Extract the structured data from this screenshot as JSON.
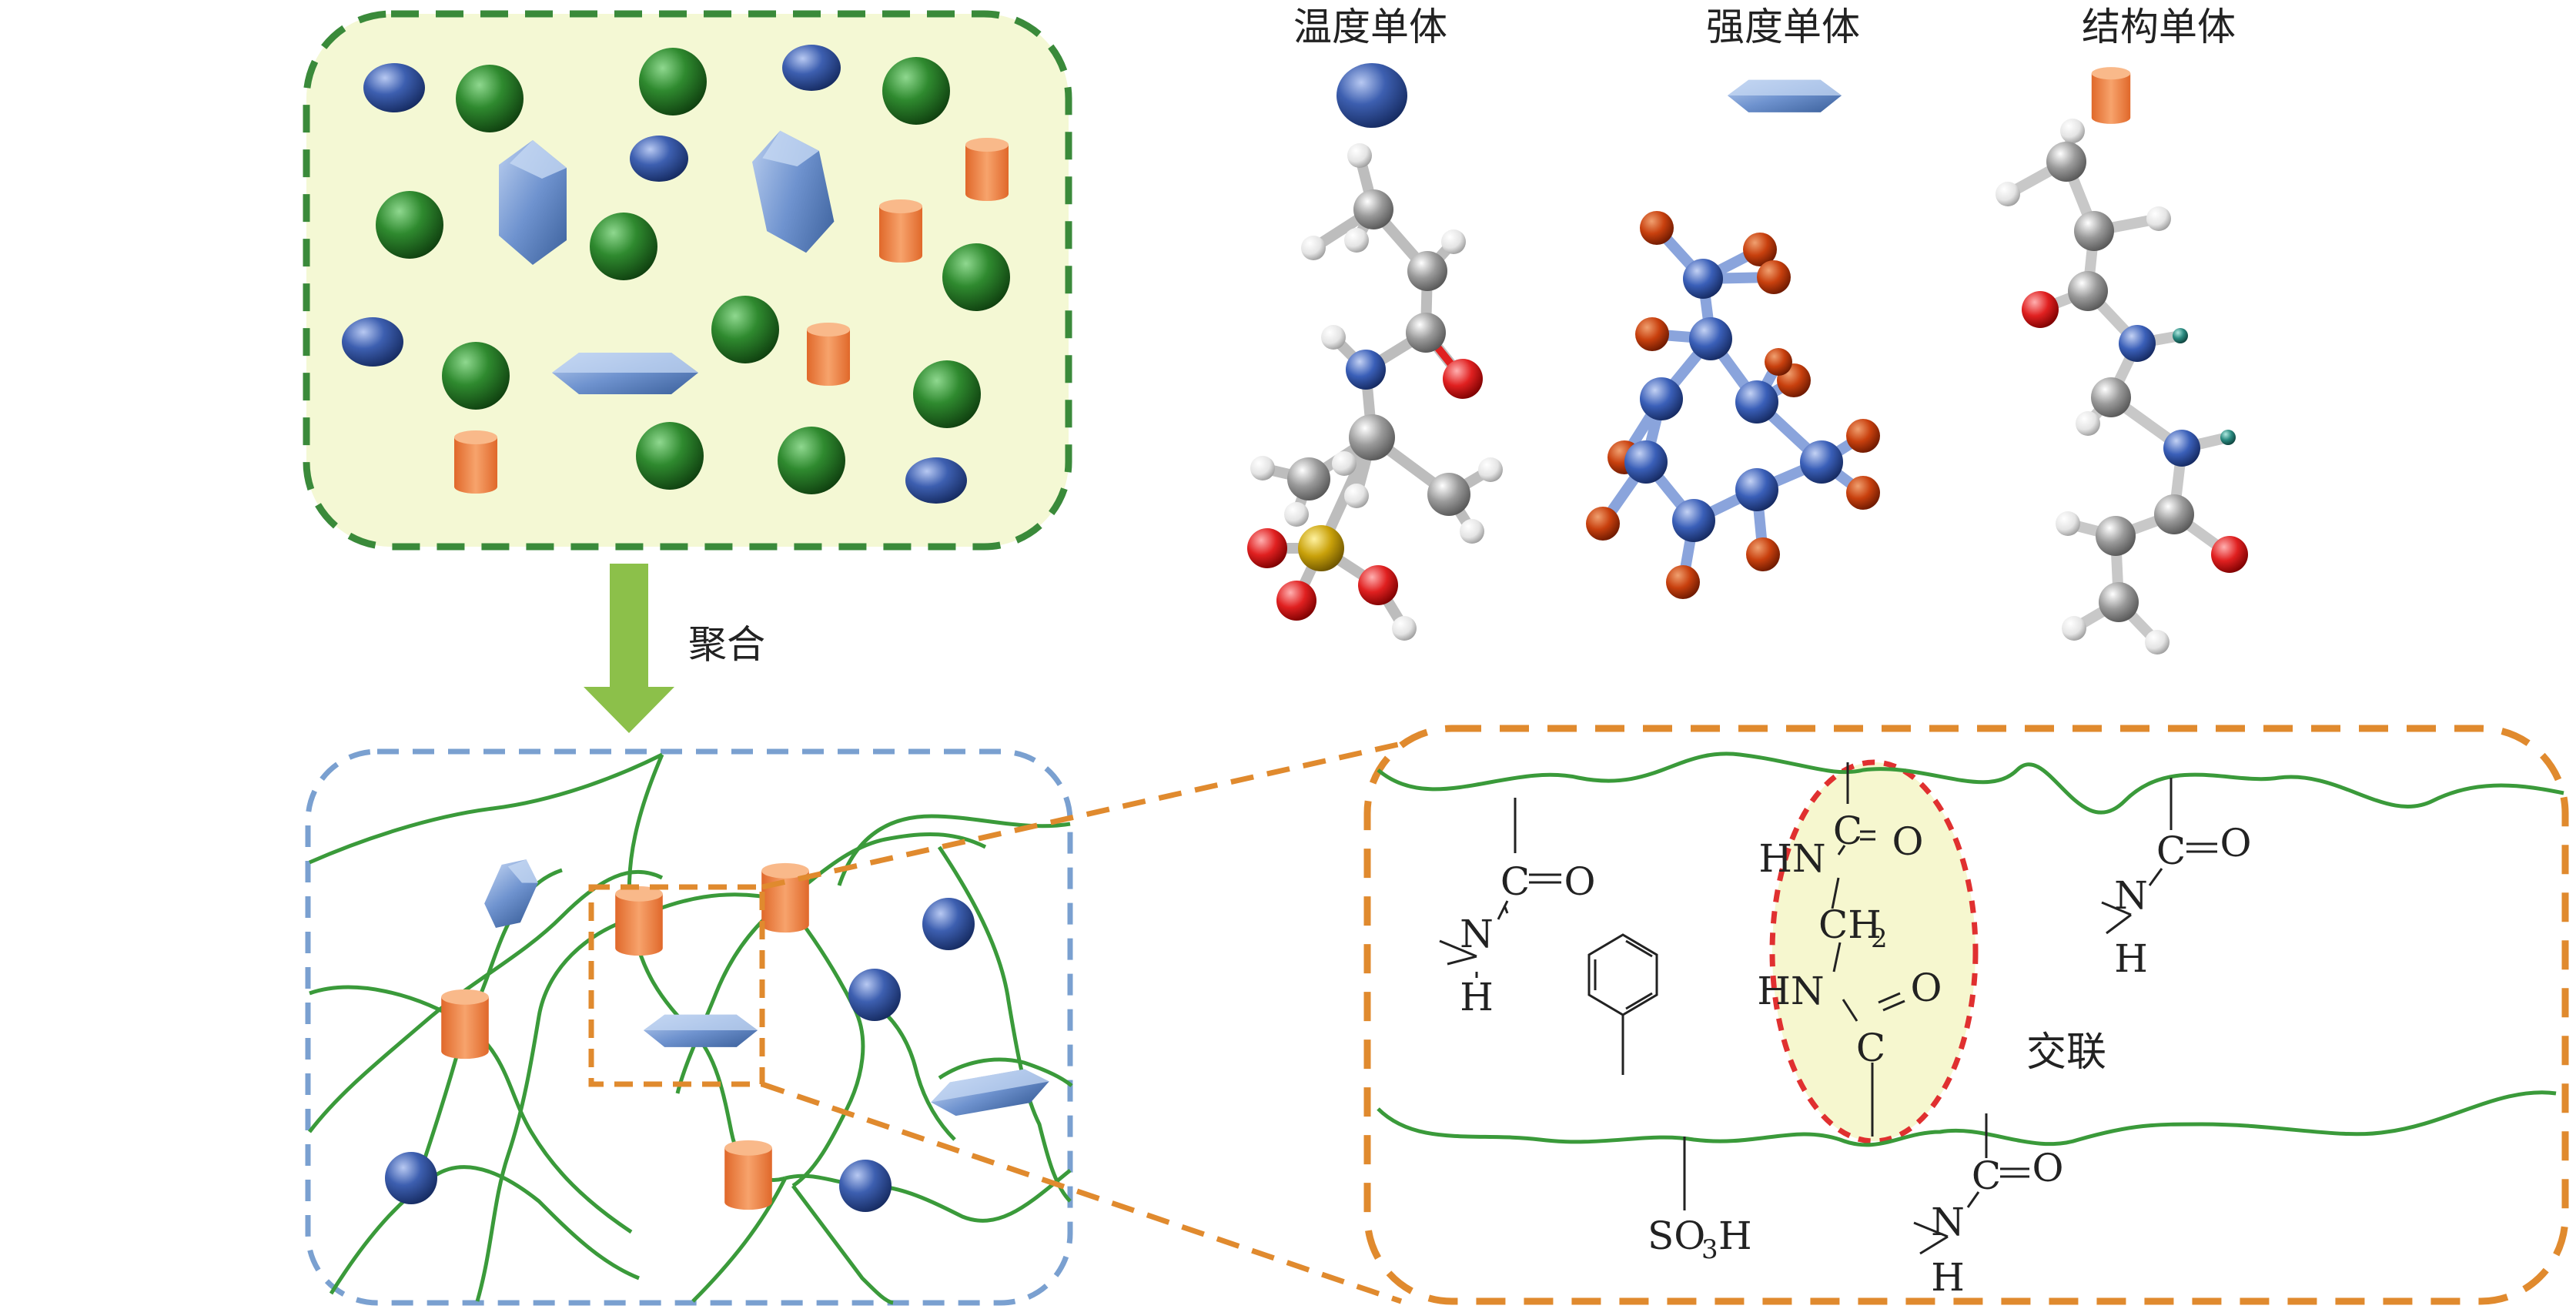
{
  "legend": {
    "temperature_monomer": "温度单体",
    "strength_monomer": "强度单体",
    "structure_monomer": "结构单体"
  },
  "arrow_label": "聚合",
  "crosslink_label": "交联",
  "chem": {
    "hn": "HN",
    "ch": "CH",
    "two": "2",
    "o": "O",
    "c": "C",
    "n": "N",
    "h": "H",
    "so3h_so": "SO",
    "so3h_3": "3",
    "so3h_h": "H"
  },
  "colors": {
    "green_sphere": "#2f8a2f",
    "blue_sphere": "#3d5fb0",
    "hexagon": "#6f93cf",
    "cylinder": "#f07c3c",
    "box1_border": "#3a8a3a",
    "box1_fill": "#f4f8d4",
    "box2_border": "#7aa0d0",
    "box3_border": "#e08a2e",
    "arrow": "#8cc04a",
    "chain": "#3a9a3a",
    "ellipse_border": "#e03030",
    "ellipse_fill": "#f6f7cf",
    "atom_carbon": "#9a9a9a",
    "atom_nitrogen": "#3a5fb8",
    "atom_oxygen": "#e02020",
    "atom_sulfur": "#c9a10a",
    "atom_hydrogen": "#ececec"
  }
}
